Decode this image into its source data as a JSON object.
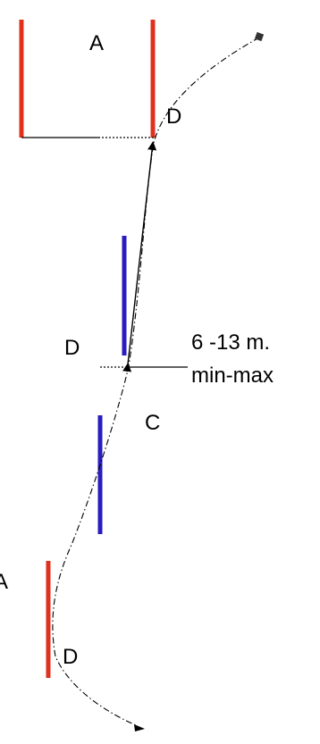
{
  "labels": {
    "a_top": "A",
    "d_top": "D",
    "d_mid": "D",
    "distance": "6 -13 m.",
    "minmax": "min-max",
    "c": "C",
    "a_bottom": "A",
    "d_bottom": "D"
  },
  "colors": {
    "red": "#e0301e",
    "blue": "#2a1cc0",
    "line": "#000000"
  }
}
